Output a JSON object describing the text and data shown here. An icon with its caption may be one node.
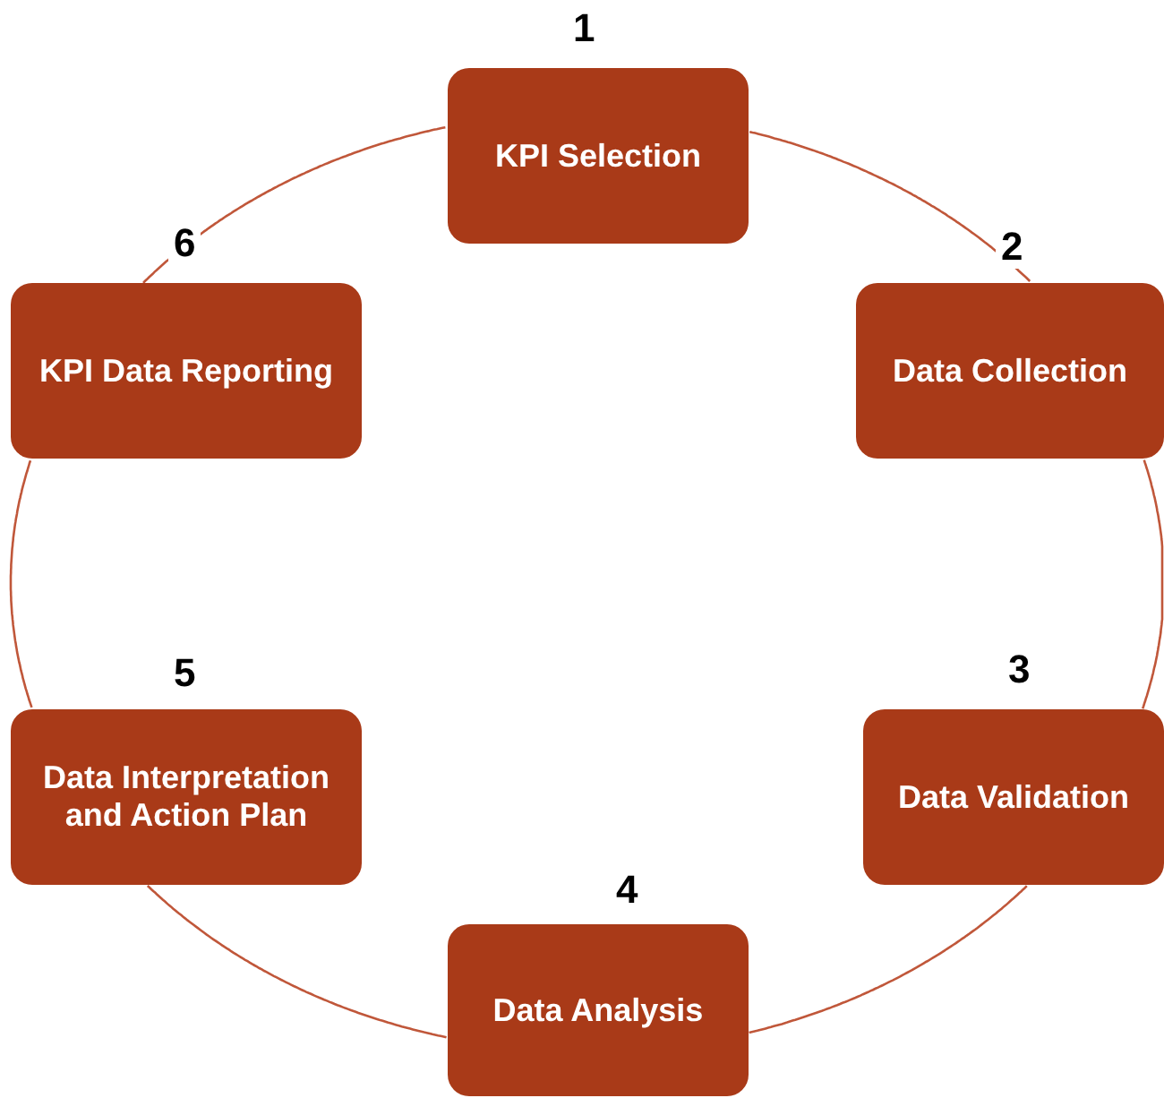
{
  "diagram": {
    "nodes": [
      {
        "text": [
          "KPI Selection"
        ],
        "beside": [
          "1"
        ]
      },
      {
        "text": [
          "Data Collection"
        ],
        "beside": [
          "2"
        ]
      },
      {
        "text": [
          "Data Validation"
        ],
        "beside": [
          "3"
        ]
      },
      {
        "text": [
          "Data Analysis"
        ],
        "beside": [
          "4"
        ]
      },
      {
        "text": [
          "Data Interpretation and Action Plan"
        ],
        "beside": [
          "5"
        ]
      },
      {
        "text": [
          "KPI Data Reporting"
        ],
        "beside": [
          "6"
        ]
      }
    ],
    "edges": [
      {
        "from": 0,
        "to": 1,
        "arrow": "none"
      },
      {
        "from": 1,
        "to": 2,
        "arrow": "none"
      },
      {
        "from": 2,
        "to": 3,
        "arrow": "none"
      },
      {
        "from": 3,
        "to": 4,
        "arrow": "none"
      },
      {
        "from": 4,
        "to": 5,
        "arrow": "none"
      },
      {
        "from": 5,
        "to": 0,
        "arrow": "none"
      }
    ]
  }
}
